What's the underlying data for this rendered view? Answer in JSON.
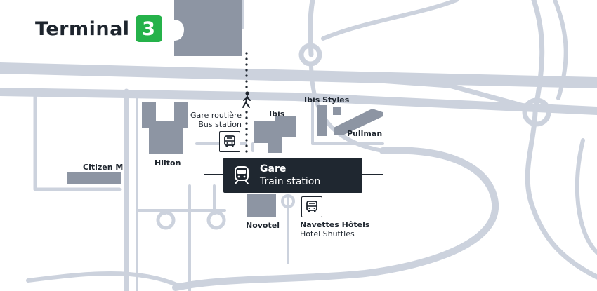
{
  "terminal": {
    "title": "Terminal",
    "number": "3",
    "badge_color": "#25b24a"
  },
  "station": {
    "name_fr": "Gare",
    "name_en": "Train station",
    "icon": "train-icon",
    "box_color": "#1f2730"
  },
  "labels": {
    "citizen_m": "Citizen M",
    "hilton": "Hilton",
    "bus_station_fr": "Gare routière",
    "bus_station_en": "Bus station",
    "ibis": "Ibis",
    "ibis_styles": "Ibis Styles",
    "pullman": "Pullman",
    "novotel": "Novotel",
    "hotel_shuttles_fr": "Navettes Hôtels",
    "hotel_shuttles_en": "Hotel Shuttles"
  },
  "icons": {
    "bus": "bus-icon",
    "pedestrian": "pedestrian-icon"
  },
  "colors": {
    "road": "#ccd2dd",
    "building": "#8d95a3",
    "text": "#1e252e"
  }
}
